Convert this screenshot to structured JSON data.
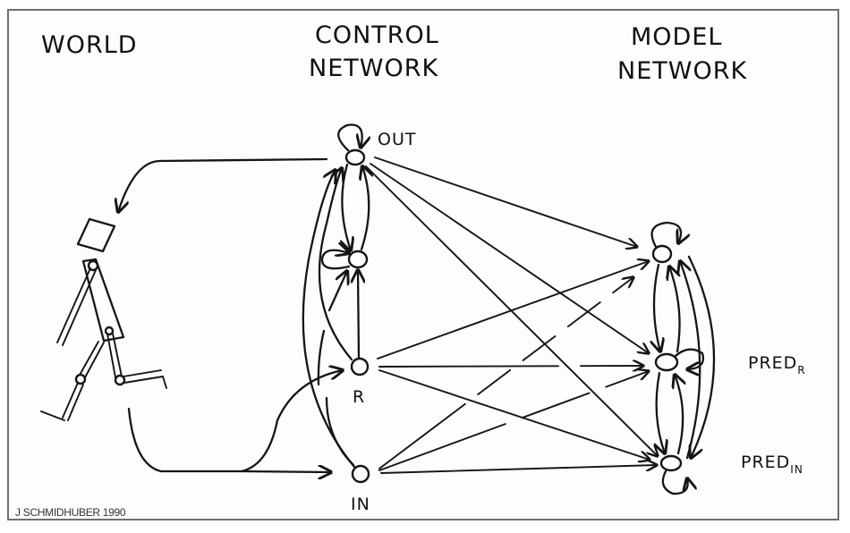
{
  "sections": {
    "world": "WORLD",
    "control_line1": "CONTROL",
    "control_line2": "NETWORK",
    "model_line1": "MODEL",
    "model_line2": "NETWORK"
  },
  "control_nodes": {
    "out": "OUT",
    "r": "R",
    "in": "IN"
  },
  "model_nodes": {
    "pred_r_main": "PRED",
    "pred_r_sub": "R",
    "pred_in_main": "PRED",
    "pred_in_sub": "IN"
  },
  "credit": "J SCHMIDHUBER 1990",
  "colors": {
    "ink": "#151515",
    "frame": "#6f6f6f",
    "background": "#fdfdfd"
  }
}
